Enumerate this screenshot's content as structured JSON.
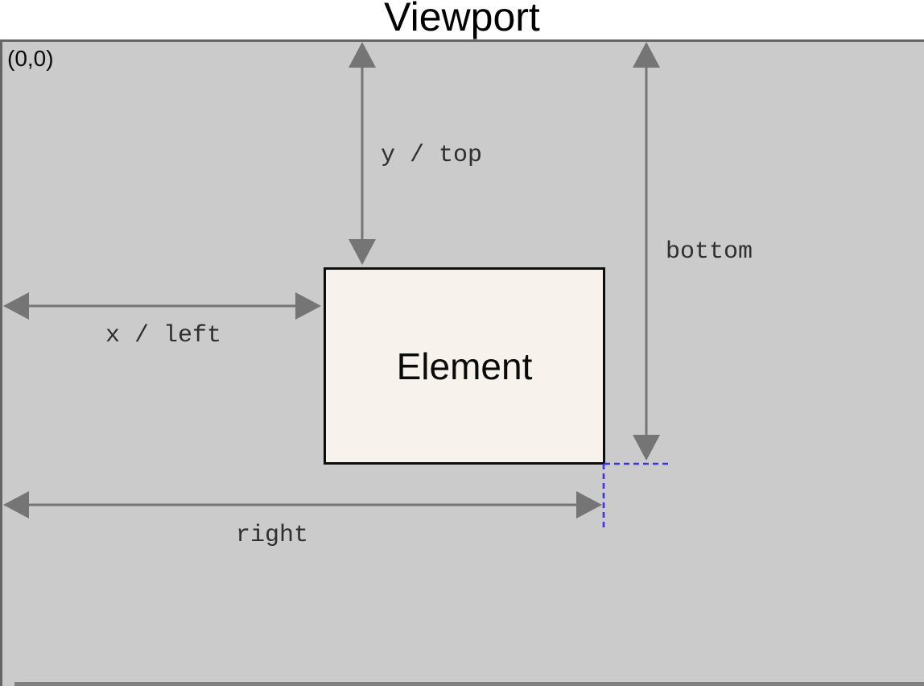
{
  "diagram": {
    "title": "Viewport",
    "origin_label": "(0,0)",
    "element_label": "Element",
    "labels": {
      "y_top": "y / top",
      "bottom": "bottom",
      "x_left": "x / left",
      "right": "right"
    },
    "colors": {
      "page_bg": "#ffffff",
      "viewport_fill": "#cbcbcb",
      "viewport_border": "#666666",
      "element_fill": "#f7f3ec",
      "element_border": "#0d0d0d",
      "arrow": "#757575",
      "label_text": "#2f2f2f",
      "title_text": "#000000",
      "guide_blue": "#3b33f0",
      "bottom_edge": "#808080"
    }
  }
}
